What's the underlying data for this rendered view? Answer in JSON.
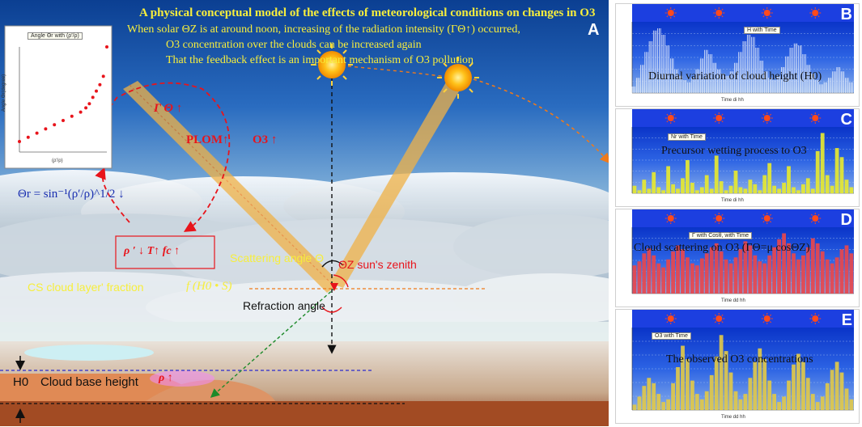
{
  "main": {
    "title": "A physical conceptual model of the effects of meteorological conditions on changes in O3",
    "intro_lines": [
      "When solar ΘZ is at around noon, increasing of the radiation intensity (ΓΘ↑) occurred,",
      "O3 concentration over the clouds    can be    increased again",
      "That the feedback effect is an important mechanism of O3 pollution"
    ],
    "panel_letter": "A",
    "labels": {
      "gamma": "Γ Θ ↑",
      "plom": "PLOM↑",
      "o3": "O3 ↑",
      "theta_r": "Θr = sin⁻¹(ρ′/ρ)^1/2 ↓",
      "rho_box": "ρ ′ ↓   T↑   fc ↑",
      "scattering": "Scattering angle Θ",
      "sun_zenith": "ΘZ sun's   zenith",
      "cs_fraction": "CS cloud layer' fraction",
      "f_expr": "f (H0 • S)",
      "refraction": "Refraction angle",
      "h0": "H0",
      "cloud_base": "Cloud base height",
      "rho_small": "ρ ↑"
    },
    "inset": {
      "legend": "Angle Θr with (ρ′/ρ)",
      "ylabel": "Angle Θr(degree)",
      "xlabel": "(ρ′/ρ)"
    },
    "colors": {
      "title_yellow": "#f7ee3c",
      "red": "#e8141b",
      "blue": "#1a3fd8",
      "beam": "#f0b247"
    }
  },
  "panels": [
    {
      "letter": "B",
      "caption": "Diurnal variation of cloud height (H0)",
      "legend": "H with Time",
      "xlabel": "Time di hh",
      "color": "#ffffff"
    },
    {
      "letter": "C",
      "caption": "Precursor wetting process to O3",
      "legend": "Nr with Time",
      "xlabel": "Time di hh",
      "color": "#e6e830"
    },
    {
      "letter": "D",
      "caption": "Cloud scattering on O3 (ΓΘ=μ cosΘZ)",
      "legend": "Γ with Cosθ, with Time",
      "xlabel": "Time dd hh",
      "color": "#e8474c"
    },
    {
      "letter": "E",
      "caption": "The observed O3 concentrations",
      "legend": "O3 with Time",
      "xlabel": "Time dd hh",
      "color": "#e0c84a"
    }
  ],
  "chart_data": [
    {
      "type": "scatter",
      "legend": "Angle Θr with (ρ′/ρ)",
      "xlabel": "(ρ′/ρ)",
      "ylabel": "Angle Θr(degree)",
      "x": [
        0.5,
        0.55,
        0.6,
        0.65,
        0.7,
        0.75,
        0.8,
        0.85,
        0.88,
        0.9,
        0.92,
        0.94,
        0.96,
        0.98,
        1.0
      ],
      "y": [
        45,
        47,
        49,
        51,
        53,
        55,
        57,
        59,
        61,
        63,
        66,
        69,
        72,
        76,
        90
      ],
      "ylim": [
        40,
        90
      ]
    },
    {
      "type": "area",
      "name": "B",
      "values": [
        3,
        7,
        13,
        19,
        24,
        29,
        30,
        27,
        22,
        16,
        11,
        8,
        6,
        5,
        7,
        11,
        16,
        20,
        18,
        14,
        11,
        9,
        8,
        10,
        14,
        19,
        24,
        27,
        26,
        21,
        15,
        10,
        7,
        6,
        8,
        12,
        17,
        21,
        23,
        22,
        18,
        13,
        9,
        6,
        4,
        5,
        7,
        10,
        12,
        10,
        7,
        5
      ]
    },
    {
      "type": "bar",
      "name": "C",
      "values": [
        5,
        2,
        9,
        3,
        14,
        4,
        2,
        18,
        6,
        3,
        10,
        22,
        7,
        2,
        4,
        12,
        3,
        25,
        8,
        2,
        5,
        15,
        4,
        3,
        9,
        6,
        2,
        12,
        20,
        5,
        3,
        7,
        18,
        4,
        2,
        6,
        10,
        3,
        28,
        40,
        12,
        5,
        30,
        24,
        9,
        4
      ]
    },
    {
      "type": "bar",
      "name": "D",
      "values": [
        28,
        32,
        40,
        45,
        38,
        30,
        26,
        34,
        42,
        48,
        44,
        36,
        30,
        28,
        35,
        40,
        46,
        50,
        42,
        34,
        30,
        36,
        44,
        52,
        48,
        38,
        32,
        30,
        38,
        46,
        54,
        60,
        50,
        40,
        34,
        38,
        46,
        55,
        50,
        42,
        34,
        30,
        36,
        44,
        48,
        40
      ]
    },
    {
      "type": "bar",
      "name": "E",
      "values": [
        4,
        10,
        18,
        24,
        20,
        12,
        6,
        8,
        20,
        32,
        48,
        38,
        22,
        12,
        8,
        14,
        26,
        40,
        56,
        44,
        28,
        14,
        8,
        12,
        24,
        36,
        46,
        38,
        22,
        12,
        6,
        10,
        22,
        34,
        42,
        36,
        24,
        12,
        6,
        10,
        20,
        30,
        36,
        28,
        16,
        8
      ]
    }
  ]
}
